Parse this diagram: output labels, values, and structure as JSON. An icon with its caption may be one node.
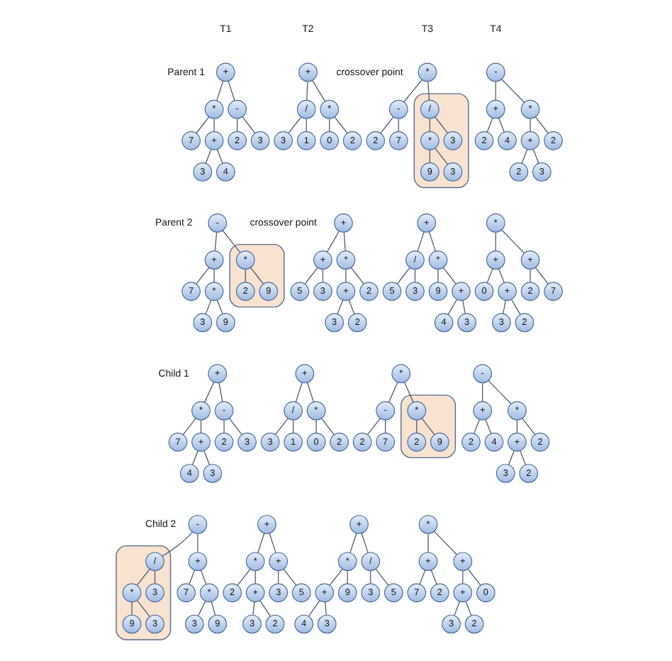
{
  "diagram": {
    "nodes": [
      {
        "text": [
          "+"
        ]
      },
      {
        "text": [
          "-"
        ]
      },
      {
        "text": [
          "2"
        ]
      },
      {
        "text": [
          "3"
        ]
      },
      {
        "text": [
          "*"
        ]
      },
      {
        "text": [
          "7"
        ]
      },
      {
        "text": [
          "+"
        ]
      },
      {
        "text": [
          "3"
        ]
      },
      {
        "text": [
          "4"
        ]
      },
      {
        "text": [
          "+"
        ]
      },
      {
        "text": [
          "*"
        ]
      },
      {
        "text": [
          "0"
        ]
      },
      {
        "text": [
          "2"
        ]
      },
      {
        "text": [
          "/"
        ]
      },
      {
        "text": [
          "3"
        ]
      },
      {
        "text": [
          "1"
        ]
      },
      {
        "text": [
          "*"
        ]
      },
      {
        "text": [],
        "shape": "ellipse"
      },
      {
        "text": [
          "/"
        ],
        "in": 17
      },
      {
        "text": [
          "*"
        ],
        "in": 17
      },
      {
        "text": [
          "9"
        ],
        "in": 17
      },
      {
        "text": [
          "3"
        ],
        "in": 17
      },
      {
        "text": [
          "3"
        ],
        "in": 17
      },
      {
        "text": [
          "-"
        ]
      },
      {
        "text": [
          "7"
        ]
      },
      {
        "text": [
          "2"
        ]
      },
      {
        "text": [
          "-"
        ]
      },
      {
        "text": [
          "*"
        ]
      },
      {
        "text": [
          "+"
        ]
      },
      {
        "text": [
          "2"
        ]
      },
      {
        "text": [
          "3"
        ]
      },
      {
        "text": [
          "2"
        ]
      },
      {
        "text": [
          "+"
        ]
      },
      {
        "text": [
          "2"
        ]
      },
      {
        "text": [
          "4"
        ]
      },
      {
        "text": [
          "-"
        ]
      },
      {
        "text": [
          "+"
        ]
      },
      {
        "text": [
          "*"
        ]
      },
      {
        "text": [
          "9"
        ]
      },
      {
        "text": [
          "3"
        ]
      },
      {
        "text": [
          "7"
        ]
      },
      {
        "text": [],
        "shape": "ellipse"
      },
      {
        "text": [
          "*"
        ],
        "in": 41
      },
      {
        "text": [
          "2"
        ],
        "in": 41
      },
      {
        "text": [
          "9"
        ],
        "in": 41
      },
      {
        "text": [
          "+"
        ]
      },
      {
        "text": [
          "*"
        ]
      },
      {
        "text": [
          "+"
        ]
      },
      {
        "text": [
          "2"
        ]
      },
      {
        "text": [
          "3"
        ]
      },
      {
        "text": [
          "2"
        ]
      },
      {
        "text": [
          "+"
        ]
      },
      {
        "text": [
          "5"
        ]
      },
      {
        "text": [
          "3"
        ]
      },
      {
        "text": [
          "+"
        ]
      },
      {
        "text": [
          "*"
        ]
      },
      {
        "text": [
          "9"
        ]
      },
      {
        "text": [
          "+"
        ]
      },
      {
        "text": [
          "3"
        ]
      },
      {
        "text": [
          "4"
        ]
      },
      {
        "text": [
          "/"
        ]
      },
      {
        "text": [
          "5"
        ]
      },
      {
        "text": [
          "3"
        ]
      },
      {
        "text": [
          "*"
        ]
      },
      {
        "text": [
          "+"
        ]
      },
      {
        "text": [
          "2"
        ]
      },
      {
        "text": [
          "7"
        ]
      },
      {
        "text": [
          "+"
        ]
      },
      {
        "text": [
          "0"
        ]
      },
      {
        "text": [
          "+"
        ]
      },
      {
        "text": [
          "2"
        ]
      },
      {
        "text": [
          "3"
        ]
      },
      {
        "text": [
          "+"
        ]
      },
      {
        "text": [
          "-"
        ]
      },
      {
        "text": [
          "2"
        ]
      },
      {
        "text": [
          "3"
        ]
      },
      {
        "text": [
          "*"
        ]
      },
      {
        "text": [
          "7"
        ]
      },
      {
        "text": [
          "+"
        ]
      },
      {
        "text": [
          "3"
        ]
      },
      {
        "text": [
          "4"
        ]
      },
      {
        "text": [
          "+"
        ]
      },
      {
        "text": [
          "*"
        ]
      },
      {
        "text": [
          "0"
        ]
      },
      {
        "text": [
          "2"
        ]
      },
      {
        "text": [
          "/"
        ]
      },
      {
        "text": [
          "3"
        ]
      },
      {
        "text": [
          "1"
        ]
      },
      {
        "text": [
          "*"
        ]
      },
      {
        "text": [],
        "shape": "ellipse"
      },
      {
        "text": [
          "*"
        ],
        "in": 89
      },
      {
        "text": [
          "2"
        ],
        "in": 89
      },
      {
        "text": [
          "9"
        ],
        "in": 89
      },
      {
        "text": [
          "-"
        ]
      },
      {
        "text": [
          "7"
        ]
      },
      {
        "text": [
          "2"
        ]
      },
      {
        "text": [
          "-"
        ]
      },
      {
        "text": [
          "*"
        ]
      },
      {
        "text": [
          "+"
        ]
      },
      {
        "text": [
          "2"
        ]
      },
      {
        "text": [
          "3"
        ]
      },
      {
        "text": [
          "2"
        ]
      },
      {
        "text": [
          "+"
        ]
      },
      {
        "text": [
          "2"
        ]
      },
      {
        "text": [
          "4"
        ]
      },
      {
        "text": [
          "-"
        ]
      },
      {
        "text": [
          "+"
        ]
      },
      {
        "text": [
          "*"
        ]
      },
      {
        "text": [
          "9"
        ]
      },
      {
        "text": [
          "3"
        ]
      },
      {
        "text": [
          "7"
        ]
      },
      {
        "text": [],
        "shape": "ellipse"
      },
      {
        "text": [
          "/"
        ],
        "in": 111
      },
      {
        "text": [
          "*"
        ],
        "in": 111
      },
      {
        "text": [
          "9"
        ],
        "in": 111
      },
      {
        "text": [
          "3"
        ],
        "in": 111
      },
      {
        "text": [
          "3"
        ],
        "in": 111
      },
      {
        "text": [
          "+"
        ]
      },
      {
        "text": [
          "*"
        ]
      },
      {
        "text": [
          "+"
        ]
      },
      {
        "text": [
          "2"
        ]
      },
      {
        "text": [
          "3"
        ]
      },
      {
        "text": [
          "2"
        ]
      },
      {
        "text": [
          "+"
        ]
      },
      {
        "text": [
          "5"
        ]
      },
      {
        "text": [
          "3"
        ]
      },
      {
        "text": [
          "+"
        ]
      },
      {
        "text": [
          "*"
        ]
      },
      {
        "text": [
          "9"
        ]
      },
      {
        "text": [
          "+"
        ]
      },
      {
        "text": [
          "3"
        ]
      },
      {
        "text": [
          "4"
        ]
      },
      {
        "text": [
          "/"
        ]
      },
      {
        "text": [
          "5"
        ]
      },
      {
        "text": [
          "3"
        ]
      },
      {
        "text": [
          "*"
        ]
      },
      {
        "text": [
          "+"
        ]
      },
      {
        "text": [
          "2"
        ]
      },
      {
        "text": [
          "7"
        ]
      },
      {
        "text": [
          "+"
        ]
      },
      {
        "text": [
          "0"
        ]
      },
      {
        "text": [
          "+"
        ]
      },
      {
        "text": [
          "2"
        ]
      },
      {
        "text": [
          "3"
        ]
      }
    ],
    "edges": [
      {
        "from": 0,
        "to": 1,
        "arrow": "none"
      },
      {
        "from": 1,
        "to": 2,
        "arrow": "none"
      },
      {
        "from": 1,
        "to": 3,
        "arrow": "none"
      },
      {
        "from": 0,
        "to": 4,
        "arrow": "none"
      },
      {
        "from": 4,
        "to": 5,
        "arrow": "none"
      },
      {
        "from": 4,
        "to": 6,
        "arrow": "none"
      },
      {
        "from": 6,
        "to": 7,
        "arrow": "none"
      },
      {
        "from": 6,
        "to": 8,
        "arrow": "none"
      },
      {
        "from": 9,
        "to": 10,
        "arrow": "none"
      },
      {
        "from": 10,
        "to": 11,
        "arrow": "none"
      },
      {
        "from": 10,
        "to": 12,
        "arrow": "none"
      },
      {
        "from": 9,
        "to": 13,
        "arrow": "none"
      },
      {
        "from": 13,
        "to": 14,
        "arrow": "none"
      },
      {
        "from": 13,
        "to": 15,
        "arrow": "none"
      },
      {
        "from": 16,
        "to": 18,
        "arrow": "none"
      },
      {
        "from": 18,
        "to": 19,
        "arrow": "none"
      },
      {
        "from": 19,
        "to": 20,
        "arrow": "none"
      },
      {
        "from": 19,
        "to": 21,
        "arrow": "none"
      },
      {
        "from": 18,
        "to": 22,
        "arrow": "none"
      },
      {
        "from": 16,
        "to": 23,
        "arrow": "none"
      },
      {
        "from": 23,
        "to": 24,
        "arrow": "none"
      },
      {
        "from": 23,
        "to": 25,
        "arrow": "none"
      },
      {
        "from": 26,
        "to": 27,
        "arrow": "none"
      },
      {
        "from": 27,
        "to": 28,
        "arrow": "none"
      },
      {
        "from": 28,
        "to": 29,
        "arrow": "none"
      },
      {
        "from": 28,
        "to": 30,
        "arrow": "none"
      },
      {
        "from": 27,
        "to": 31,
        "arrow": "none"
      },
      {
        "from": 26,
        "to": 32,
        "arrow": "none"
      },
      {
        "from": 32,
        "to": 33,
        "arrow": "none"
      },
      {
        "from": 32,
        "to": 34,
        "arrow": "none"
      },
      {
        "from": 35,
        "to": 36,
        "arrow": "none"
      },
      {
        "from": 36,
        "to": 37,
        "arrow": "none"
      },
      {
        "from": 37,
        "to": 38,
        "arrow": "none"
      },
      {
        "from": 37,
        "to": 39,
        "arrow": "none"
      },
      {
        "from": 36,
        "to": 40,
        "arrow": "none"
      },
      {
        "from": 35,
        "to": 42,
        "arrow": "none"
      },
      {
        "from": 42,
        "to": 43,
        "arrow": "none"
      },
      {
        "from": 42,
        "to": 44,
        "arrow": "none"
      },
      {
        "from": 45,
        "to": 46,
        "arrow": "none"
      },
      {
        "from": 46,
        "to": 47,
        "arrow": "none"
      },
      {
        "from": 47,
        "to": 48,
        "arrow": "none"
      },
      {
        "from": 47,
        "to": 49,
        "arrow": "none"
      },
      {
        "from": 46,
        "to": 50,
        "arrow": "none"
      },
      {
        "from": 45,
        "to": 51,
        "arrow": "none"
      },
      {
        "from": 51,
        "to": 52,
        "arrow": "none"
      },
      {
        "from": 51,
        "to": 53,
        "arrow": "none"
      },
      {
        "from": 54,
        "to": 55,
        "arrow": "none"
      },
      {
        "from": 55,
        "to": 56,
        "arrow": "none"
      },
      {
        "from": 55,
        "to": 57,
        "arrow": "none"
      },
      {
        "from": 57,
        "to": 58,
        "arrow": "none"
      },
      {
        "from": 57,
        "to": 59,
        "arrow": "none"
      },
      {
        "from": 54,
        "to": 60,
        "arrow": "none"
      },
      {
        "from": 60,
        "to": 61,
        "arrow": "none"
      },
      {
        "from": 60,
        "to": 62,
        "arrow": "none"
      },
      {
        "from": 63,
        "to": 64,
        "arrow": "none"
      },
      {
        "from": 64,
        "to": 65,
        "arrow": "none"
      },
      {
        "from": 64,
        "to": 66,
        "arrow": "none"
      },
      {
        "from": 63,
        "to": 67,
        "arrow": "none"
      },
      {
        "from": 67,
        "to": 68,
        "arrow": "none"
      },
      {
        "from": 67,
        "to": 69,
        "arrow": "none"
      },
      {
        "from": 69,
        "to": 70,
        "arrow": "none"
      },
      {
        "from": 69,
        "to": 71,
        "arrow": "none"
      },
      {
        "from": 72,
        "to": 73,
        "arrow": "none"
      },
      {
        "from": 73,
        "to": 74,
        "arrow": "none"
      },
      {
        "from": 73,
        "to": 75,
        "arrow": "none"
      },
      {
        "from": 72,
        "to": 76,
        "arrow": "none"
      },
      {
        "from": 76,
        "to": 77,
        "arrow": "none"
      },
      {
        "from": 76,
        "to": 78,
        "arrow": "none"
      },
      {
        "from": 78,
        "to": 79,
        "arrow": "none"
      },
      {
        "from": 78,
        "to": 80,
        "arrow": "none"
      },
      {
        "from": 81,
        "to": 82,
        "arrow": "none"
      },
      {
        "from": 82,
        "to": 83,
        "arrow": "none"
      },
      {
        "from": 82,
        "to": 84,
        "arrow": "none"
      },
      {
        "from": 81,
        "to": 85,
        "arrow": "none"
      },
      {
        "from": 85,
        "to": 86,
        "arrow": "none"
      },
      {
        "from": 85,
        "to": 87,
        "arrow": "none"
      },
      {
        "from": 88,
        "to": 90,
        "arrow": "none"
      },
      {
        "from": 90,
        "to": 91,
        "arrow": "none"
      },
      {
        "from": 90,
        "to": 92,
        "arrow": "none"
      },
      {
        "from": 88,
        "to": 93,
        "arrow": "none"
      },
      {
        "from": 93,
        "to": 94,
        "arrow": "none"
      },
      {
        "from": 93,
        "to": 95,
        "arrow": "none"
      },
      {
        "from": 96,
        "to": 97,
        "arrow": "none"
      },
      {
        "from": 97,
        "to": 98,
        "arrow": "none"
      },
      {
        "from": 98,
        "to": 99,
        "arrow": "none"
      },
      {
        "from": 98,
        "to": 100,
        "arrow": "none"
      },
      {
        "from": 97,
        "to": 101,
        "arrow": "none"
      },
      {
        "from": 96,
        "to": 102,
        "arrow": "none"
      },
      {
        "from": 102,
        "to": 103,
        "arrow": "none"
      },
      {
        "from": 102,
        "to": 104,
        "arrow": "none"
      },
      {
        "from": 105,
        "to": 106,
        "arrow": "none"
      },
      {
        "from": 106,
        "to": 107,
        "arrow": "none"
      },
      {
        "from": 107,
        "to": 108,
        "arrow": "none"
      },
      {
        "from": 107,
        "to": 109,
        "arrow": "none"
      },
      {
        "from": 106,
        "to": 110,
        "arrow": "none"
      },
      {
        "from": 105,
        "to": 112,
        "arrow": "none"
      },
      {
        "from": 112,
        "to": 113,
        "arrow": "none"
      },
      {
        "from": 113,
        "to": 114,
        "arrow": "none"
      },
      {
        "from": 113,
        "to": 115,
        "arrow": "none"
      },
      {
        "from": 112,
        "to": 116,
        "arrow": "none"
      },
      {
        "from": 117,
        "to": 118,
        "arrow": "none"
      },
      {
        "from": 118,
        "to": 119,
        "arrow": "none"
      },
      {
        "from": 119,
        "to": 120,
        "arrow": "none"
      },
      {
        "from": 119,
        "to": 121,
        "arrow": "none"
      },
      {
        "from": 118,
        "to": 122,
        "arrow": "none"
      },
      {
        "from": 117,
        "to": 123,
        "arrow": "none"
      },
      {
        "from": 123,
        "to": 124,
        "arrow": "none"
      },
      {
        "from": 123,
        "to": 125,
        "arrow": "none"
      },
      {
        "from": 126,
        "to": 127,
        "arrow": "none"
      },
      {
        "from": 127,
        "to": 128,
        "arrow": "none"
      },
      {
        "from": 127,
        "to": 129,
        "arrow": "none"
      },
      {
        "from": 129,
        "to": 130,
        "arrow": "none"
      },
      {
        "from": 129,
        "to": 131,
        "arrow": "none"
      },
      {
        "from": 126,
        "to": 132,
        "arrow": "none"
      },
      {
        "from": 132,
        "to": 133,
        "arrow": "none"
      },
      {
        "from": 132,
        "to": 134,
        "arrow": "none"
      },
      {
        "from": 135,
        "to": 136,
        "arrow": "none"
      },
      {
        "from": 136,
        "to": 137,
        "arrow": "none"
      },
      {
        "from": 136,
        "to": 138,
        "arrow": "none"
      },
      {
        "from": 135,
        "to": 139,
        "arrow": "none"
      },
      {
        "from": 139,
        "to": 140,
        "arrow": "none"
      },
      {
        "from": 139,
        "to": 141,
        "arrow": "none"
      },
      {
        "from": 141,
        "to": 142,
        "arrow": "none"
      },
      {
        "from": 141,
        "to": 143,
        "arrow": "none"
      }
    ],
    "labels": [
      "T1",
      "T2",
      "T3",
      "T4",
      "crossover point",
      "Parent 1",
      "crossover point",
      "Parent 2",
      "Child 1",
      "Child 2"
    ]
  }
}
